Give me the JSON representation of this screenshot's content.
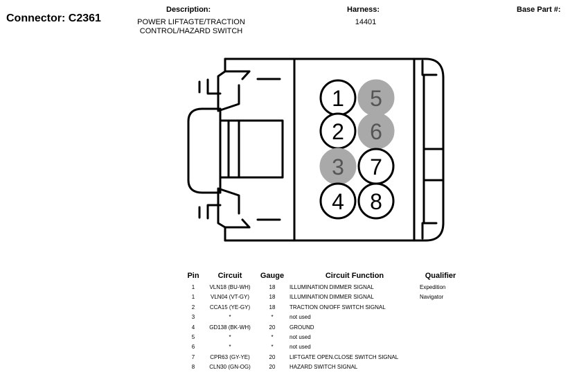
{
  "header": {
    "connector_title": "Connector: C2361",
    "description_label": "Description:",
    "description_lines": [
      "POWER LIFTAGTE/TRACTION",
      "CONTROL/HAZARD SWITCH"
    ],
    "harness_label": "Harness:",
    "harness_value": "14401",
    "base_part_label": "Base Part #:"
  },
  "diagram": {
    "filled_color": "#a9a9a9",
    "pins": [
      {
        "label": "1",
        "filled": false
      },
      {
        "label": "2",
        "filled": false
      },
      {
        "label": "3",
        "filled": true
      },
      {
        "label": "4",
        "filled": false
      },
      {
        "label": "5",
        "filled": true
      },
      {
        "label": "6",
        "filled": true
      },
      {
        "label": "7",
        "filled": false
      },
      {
        "label": "8",
        "filled": false
      }
    ]
  },
  "table": {
    "headers": {
      "pin": "Pin",
      "circuit": "Circuit",
      "gauge": "Gauge",
      "function": "Circuit Function",
      "qualifier": "Qualifier"
    },
    "rows": [
      {
        "pin": "1",
        "circuit": "VLN18 (BU-WH)",
        "gauge": "18",
        "function": "ILLUMINATION DIMMER SIGNAL",
        "qualifier": "Expedition"
      },
      {
        "pin": "1",
        "circuit": "VLN04 (VT-GY)",
        "gauge": "18",
        "function": "ILLUMINATION DIMMER SIGNAL",
        "qualifier": "Navigator"
      },
      {
        "pin": "2",
        "circuit": "CCA15 (YE-GY)",
        "gauge": "18",
        "function": "TRACTION ON/OFF SWITCH SIGNAL",
        "qualifier": ""
      },
      {
        "pin": "3",
        "circuit": "*",
        "gauge": "*",
        "function": "not used",
        "qualifier": ""
      },
      {
        "pin": "4",
        "circuit": "GD138 (BK-WH)",
        "gauge": "20",
        "function": "GROUND",
        "qualifier": ""
      },
      {
        "pin": "5",
        "circuit": "*",
        "gauge": "*",
        "function": "not used",
        "qualifier": ""
      },
      {
        "pin": "6",
        "circuit": "*",
        "gauge": "*",
        "function": "not used",
        "qualifier": ""
      },
      {
        "pin": "7",
        "circuit": "CPR63 (GY-YE)",
        "gauge": "20",
        "function": "LIFTGATE OPEN.CLOSE SWITCH SIGNAL",
        "qualifier": ""
      },
      {
        "pin": "8",
        "circuit": "CLN30 (GN-OG)",
        "gauge": "20",
        "function": "HAZARD SWITCH SIGNAL",
        "qualifier": ""
      }
    ]
  }
}
